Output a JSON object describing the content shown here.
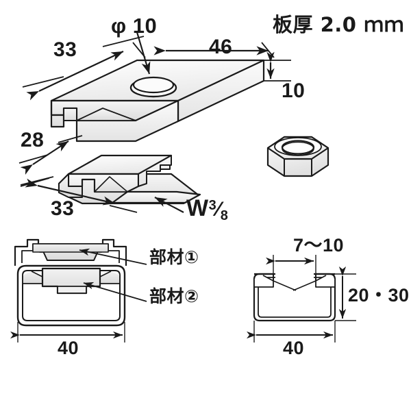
{
  "figure": {
    "title": "Channel clamp plate and nut technical drawing",
    "background_color": "#ffffff",
    "line_color": "#1a1a1a",
    "fill_light": "#fdfdfd",
    "fill_gray": "#e8e8e8"
  },
  "annotations": {
    "hole_diameter": "φ 10",
    "plate_thickness": "板厚 2.0 ｍｍ",
    "dim_33_top": "33",
    "dim_46": "46",
    "dim_10": "10",
    "dim_28": "28",
    "dim_33_bottom": "33",
    "thread_size_w": "W",
    "thread_num": "3",
    "thread_slash": "⁄",
    "thread_den": "8",
    "part_one": "部材①",
    "part_two": "部材②",
    "dim_40_left": "40",
    "dim_40_right": "40",
    "dim_7_10": "7～10",
    "dim_20_30": "20・30"
  },
  "parts": {
    "top_plate": {
      "name": "upper-clamp-plate",
      "width": "46",
      "depth": "33",
      "height": "10",
      "hole": "φ 10"
    },
    "lower_bracket": {
      "name": "lower-clamp-bracket",
      "depth": "28",
      "width": "33",
      "thread": "W3/8"
    },
    "hex_nut": {
      "name": "hex-nut"
    },
    "section_view": {
      "name": "assembly-cross-section",
      "channel_width": "40"
    },
    "channel_profile": {
      "name": "channel-profile-section",
      "width": "40",
      "height": "20・30",
      "gap": "7～10"
    }
  },
  "icons": {
    "arrow": "arrow-head",
    "leader": "leader-line"
  }
}
